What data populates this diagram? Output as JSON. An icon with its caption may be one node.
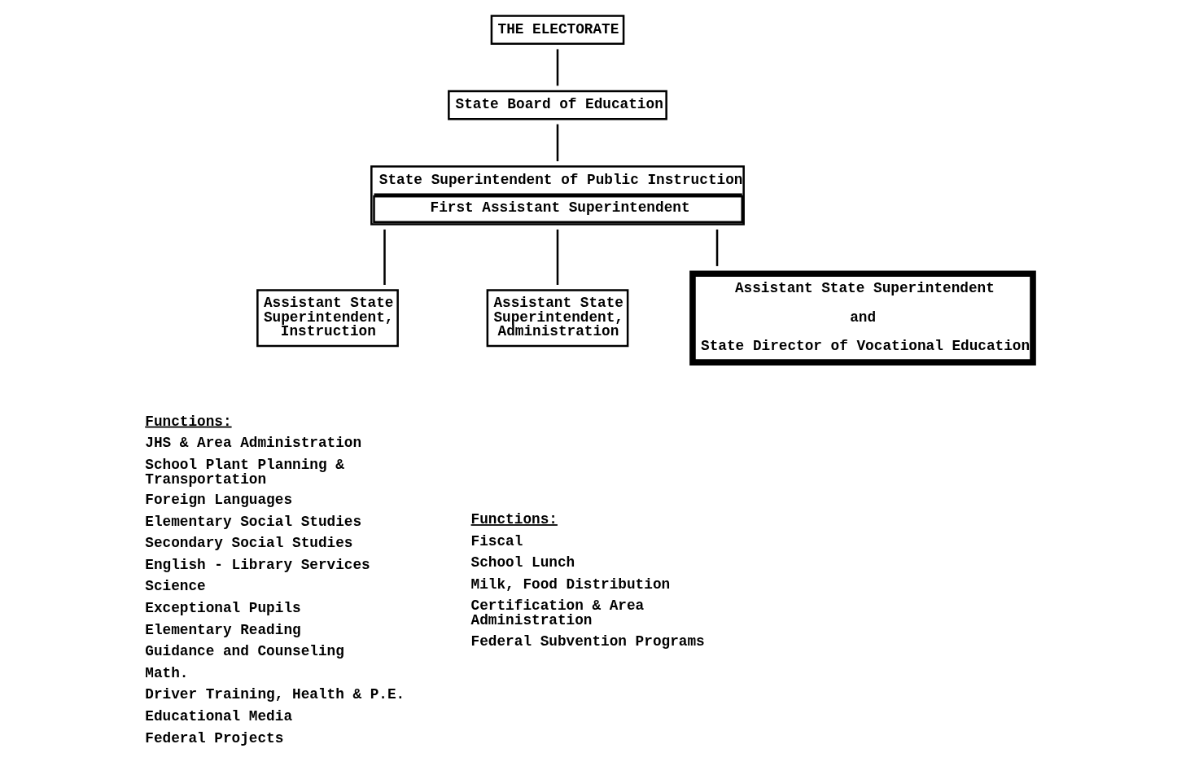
{
  "diagram": {
    "nodes": [
      {
        "text": [
          "THE ELECTORATE"
        ]
      },
      {
        "text": [
          "State Board of Education"
        ]
      },
      {
        "text": [
          "State Superintendent of Public Instruction",
          "First Assistant Superintendent"
        ]
      },
      {
        "text": [
          "Assistant State Superintendent, Instruction"
        ],
        "beside": [
          "Functions:",
          "JHS & Area Administration",
          "School Plant Planning & Transportation",
          "Foreign Languages",
          "Elementary Social Studies",
          "Secondary Social Studies",
          "English - Library Services",
          "Science",
          "Exceptional Pupils",
          "Elementary Reading",
          "Guidance and Counseling",
          "Math.",
          "Driver Training, Health & P.E.",
          "Educational Media",
          "Federal Projects"
        ]
      },
      {
        "text": [
          "Assistant State Superintendent, Administration"
        ],
        "beside": [
          "Functions:",
          "Fiscal",
          "School Lunch",
          "Milk, Food Distribution",
          "Certification & Area Administration",
          "Federal Subvention Programs"
        ]
      },
      {
        "text": [
          "Assistant State Superintendent",
          "and",
          "State Director of Vocational Education"
        ]
      }
    ],
    "edges": [
      {
        "from": 0,
        "to": 1,
        "arrow": "none"
      },
      {
        "from": 1,
        "to": 2,
        "arrow": "none"
      },
      {
        "from": 2,
        "to": 3,
        "arrow": "none"
      },
      {
        "from": 2,
        "to": 4,
        "arrow": "none"
      },
      {
        "from": 2,
        "to": 5,
        "arrow": "none"
      }
    ]
  }
}
